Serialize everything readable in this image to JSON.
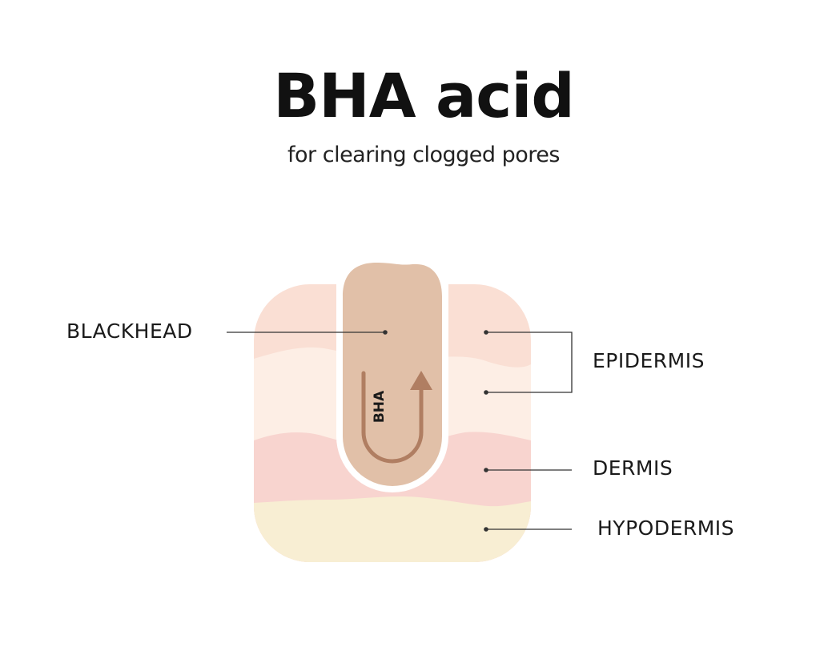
{
  "title": "BHA acid",
  "subtitle": "for clearing clogged pores",
  "labels": {
    "blackhead": "BLACKHEAD",
    "epidermis": "EPIDERMIS",
    "dermis": "DERMIS",
    "hypodermis": "HYPODERMIS"
  },
  "pore_label": "BHA",
  "colors": {
    "epidermis_top": "#fadfd4",
    "epidermis_lower": "#fdeee5",
    "dermis": "#f8d4cf",
    "hypodermis": "#f8eed3",
    "blackhead": "#e1c0a8",
    "arrow": "#b07e62",
    "text": "#1a1a1a"
  },
  "icons": [
    "upward-arrow-icon"
  ]
}
